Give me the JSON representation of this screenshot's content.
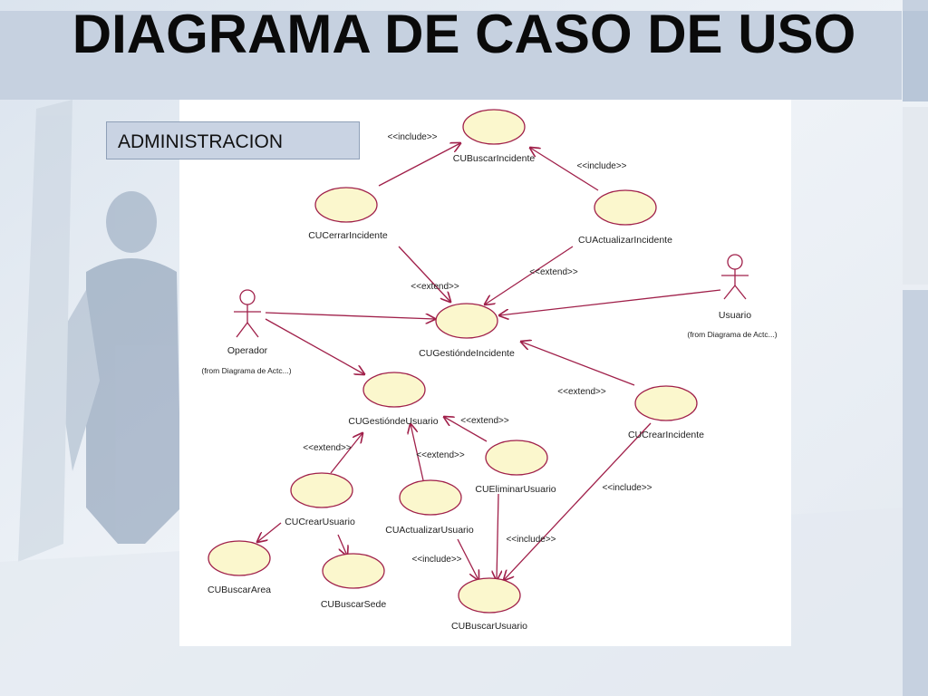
{
  "slide": {
    "title": "DIAGRAMA DE CASO DE USO",
    "package_label": "ADMINISTRACION"
  },
  "colors": {
    "ellipse_fill": "#fbf7cd",
    "line": "#a0204a",
    "title_band": "#c6d1e0"
  },
  "diagram": {
    "use_cases": {
      "buscar_incidente": "CUBuscarIncidente",
      "cerrar_incidente": "CUCerrarIncidente",
      "actualizar_incidente": "CUActualizarIncidente",
      "gestion_incidente": "CUGestióndeIncidente",
      "gestion_usuario": "CUGestióndeUsuario",
      "crear_incidente": "CUCrearIncidente",
      "eliminar_usuario": "CUEliminarUsuario",
      "crear_usuario": "CUCrearUsuario",
      "actualizar_usuario": "CUActualizarUsuario",
      "buscar_area": "CUBuscarArea",
      "buscar_sede": "CUBuscarSede",
      "buscar_usuario": "CUBuscarUsuario"
    },
    "actors": {
      "operador": {
        "name": "Operador",
        "note": "(from Diagrama de Actc...)"
      },
      "usuario": {
        "name": "Usuario",
        "note": "(from Diagrama de Actc...)"
      }
    },
    "stereotypes": {
      "include": "<<include>>",
      "extend": "<<extend>>"
    }
  }
}
